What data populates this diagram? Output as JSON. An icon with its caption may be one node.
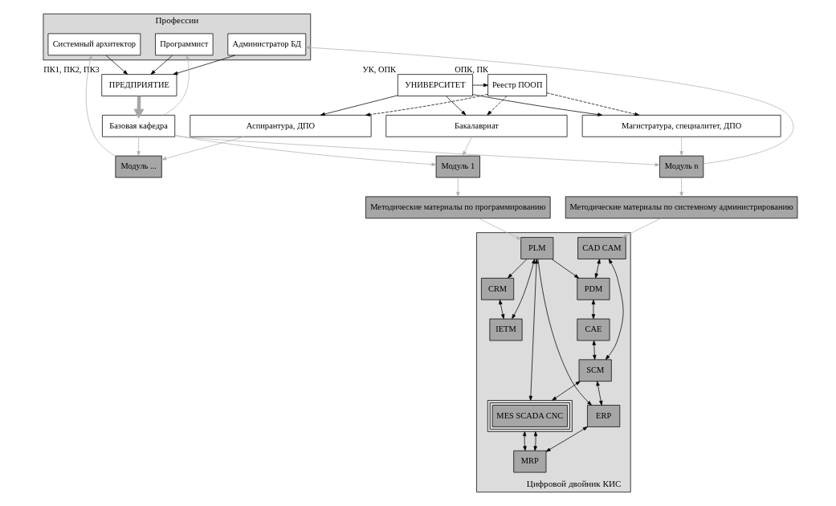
{
  "diagram": {
    "nodes": [
      {
        "text": [
          "Профессии"
        ]
      },
      {
        "text": [
          "Программист"
        ],
        "in": 0
      },
      {
        "text": [
          "Системный архитектор"
        ],
        "in": 0
      },
      {
        "text": [
          "Администратор БД"
        ],
        "in": 0
      },
      {
        "text": [
          "ПРЕДПРИЯТИЕ"
        ],
        "beside": [
          "ПК1, ПК2, ПК3"
        ]
      },
      {
        "text": [
          "Реестр ПООП"
        ],
        "beside": [
          "ОПК, ПК"
        ]
      },
      {
        "text": [
          "УНИВЕРСИТЕТ"
        ],
        "beside": [
          "УК, ОПК"
        ]
      },
      {
        "text": [
          "Базовая кафедра"
        ]
      },
      {
        "text": [
          "Модуль 1"
        ]
      },
      {
        "text": [
          "Модуль ..."
        ]
      },
      {
        "text": [
          "Модуль n"
        ]
      },
      {
        "text": [
          "Бакалавриат"
        ]
      },
      {
        "text": [
          "Аспирантура, ДПО"
        ]
      },
      {
        "text": [
          "Магистратура, специалитет, ДПО"
        ]
      },
      {
        "text": [
          "Цифровой двойник КИС"
        ]
      },
      {
        "text": [
          "Методические материалы по системному администрированию"
        ]
      },
      {
        "text": [
          "Методические материалы по программированию"
        ]
      },
      {
        "text": [
          "CAD CAM"
        ],
        "in": 14
      },
      {
        "text": [
          "PDM"
        ],
        "in": 14
      },
      {
        "text": [
          "CAE"
        ],
        "in": 14
      },
      {
        "text": [
          "SCM"
        ],
        "in": 14
      },
      {
        "text": [
          "CRM"
        ],
        "in": 14
      },
      {
        "text": [
          "ERP"
        ],
        "in": 14
      },
      {
        "text": [
          "PLM"
        ],
        "in": 14
      },
      {
        "text": [
          "MES SCADA CNC"
        ],
        "in": 14
      },
      {
        "text": [
          "MRP"
        ],
        "in": 14
      },
      {
        "text": [
          "IETM"
        ],
        "in": 14
      }
    ],
    "edges": [
      {
        "from": 1,
        "to": 4,
        "arrow": "to"
      },
      {
        "from": 2,
        "to": 4,
        "arrow": "to"
      },
      {
        "from": 3,
        "to": 4,
        "arrow": "to"
      },
      {
        "from": 6,
        "to": 5,
        "arrow": "to"
      },
      {
        "from": 4,
        "to": 7,
        "arrow": "to",
        "style": "thick",
        "color": "#a6a6a6"
      },
      {
        "from": 5,
        "to": 11,
        "arrow": "to",
        "style": "dashed"
      },
      {
        "from": 5,
        "to": 12,
        "arrow": "to",
        "style": "dashed"
      },
      {
        "from": 5,
        "to": 13,
        "arrow": "to",
        "style": "dashed"
      },
      {
        "from": 6,
        "to": 11,
        "arrow": "to"
      },
      {
        "from": 6,
        "to": 12,
        "arrow": "to"
      },
      {
        "from": 6,
        "to": 13,
        "arrow": "to"
      },
      {
        "from": 7,
        "to": 1,
        "arrow": "to",
        "color": "#b0b0b0"
      },
      {
        "from": 7,
        "to": 8,
        "arrow": "to",
        "color": "#b0b0b0"
      },
      {
        "from": 7,
        "to": 9,
        "arrow": "to",
        "color": "#b0b0b0"
      },
      {
        "from": 7,
        "to": 10,
        "arrow": "to",
        "color": "#b0b0b0"
      },
      {
        "from": 11,
        "to": 8,
        "arrow": "to",
        "color": "#b0b0b0"
      },
      {
        "from": 12,
        "to": 9,
        "arrow": "to",
        "color": "#b0b0b0"
      },
      {
        "from": 13,
        "to": 10,
        "arrow": "to",
        "color": "#b0b0b0"
      },
      {
        "from": 9,
        "to": 2,
        "arrow": "to",
        "color": "#b0b0b0"
      },
      {
        "from": 10,
        "to": 3,
        "arrow": "to",
        "color": "#b0b0b0"
      },
      {
        "from": 8,
        "to": 16,
        "arrow": "to",
        "color": "#b0b0b0"
      },
      {
        "from": 10,
        "to": 15,
        "arrow": "to",
        "color": "#b0b0b0"
      },
      {
        "from": 15,
        "to": 17,
        "arrow": "to",
        "color": "#b0b0b0"
      },
      {
        "from": 16,
        "to": 23,
        "arrow": "to",
        "color": "#b0b0b0"
      },
      {
        "from": 17,
        "to": 18,
        "arrow": "both"
      },
      {
        "from": 17,
        "to": 20,
        "arrow": "both"
      },
      {
        "from": 23,
        "to": 18,
        "arrow": "to"
      },
      {
        "from": 23,
        "to": 21,
        "arrow": "to"
      },
      {
        "from": 23,
        "to": 22,
        "arrow": "to"
      },
      {
        "from": 18,
        "to": 19,
        "arrow": "both"
      },
      {
        "from": 19,
        "to": 20,
        "arrow": "both"
      },
      {
        "from": 20,
        "to": 22,
        "arrow": "both"
      },
      {
        "from": 20,
        "to": 24,
        "arrow": "both"
      },
      {
        "from": 23,
        "to": 24,
        "arrow": "both"
      },
      {
        "from": 24,
        "to": 25,
        "arrow": "both"
      },
      {
        "from": 24,
        "to": 25,
        "arrow": "both"
      },
      {
        "from": 22,
        "to": 25,
        "arrow": "both"
      },
      {
        "from": 23,
        "to": 26,
        "arrow": "both"
      },
      {
        "from": 21,
        "to": 26,
        "arrow": "both"
      }
    ]
  }
}
